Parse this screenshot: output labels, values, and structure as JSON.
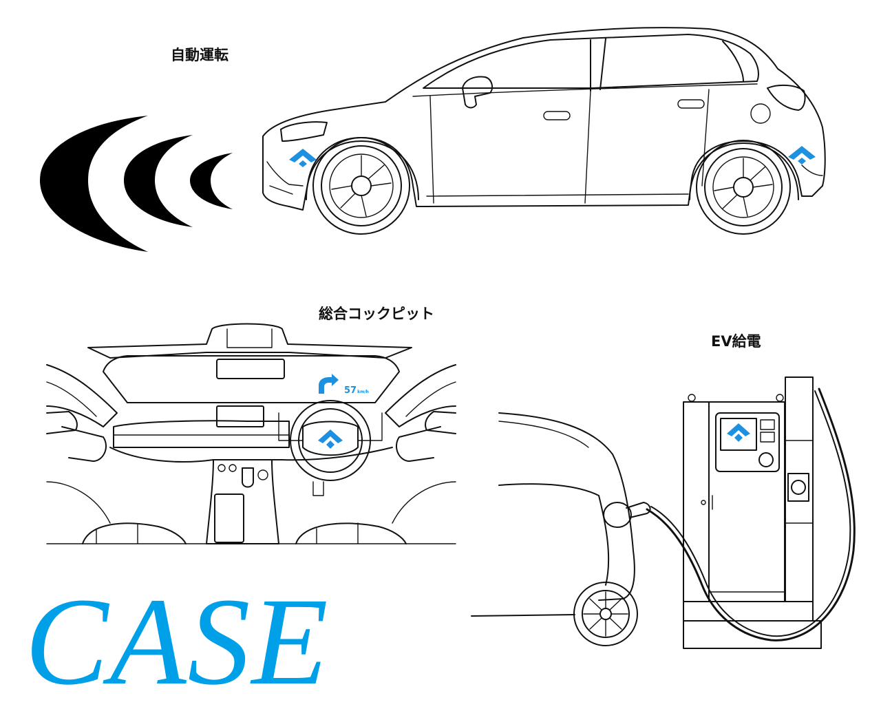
{
  "labels": {
    "autonomous_driving": "自動運転",
    "integrated_cockpit": "総合コックピット",
    "ev_charging": "EV給電"
  },
  "title": "CASE",
  "hud": {
    "speed": "57",
    "unit": "km/h"
  },
  "colors": {
    "accent": "#00a0e9",
    "logo": "#1e90e0",
    "line": "#111111"
  },
  "icons": [
    "signal-wave-icon",
    "brand-logo-icon",
    "turn-arrow-icon"
  ]
}
